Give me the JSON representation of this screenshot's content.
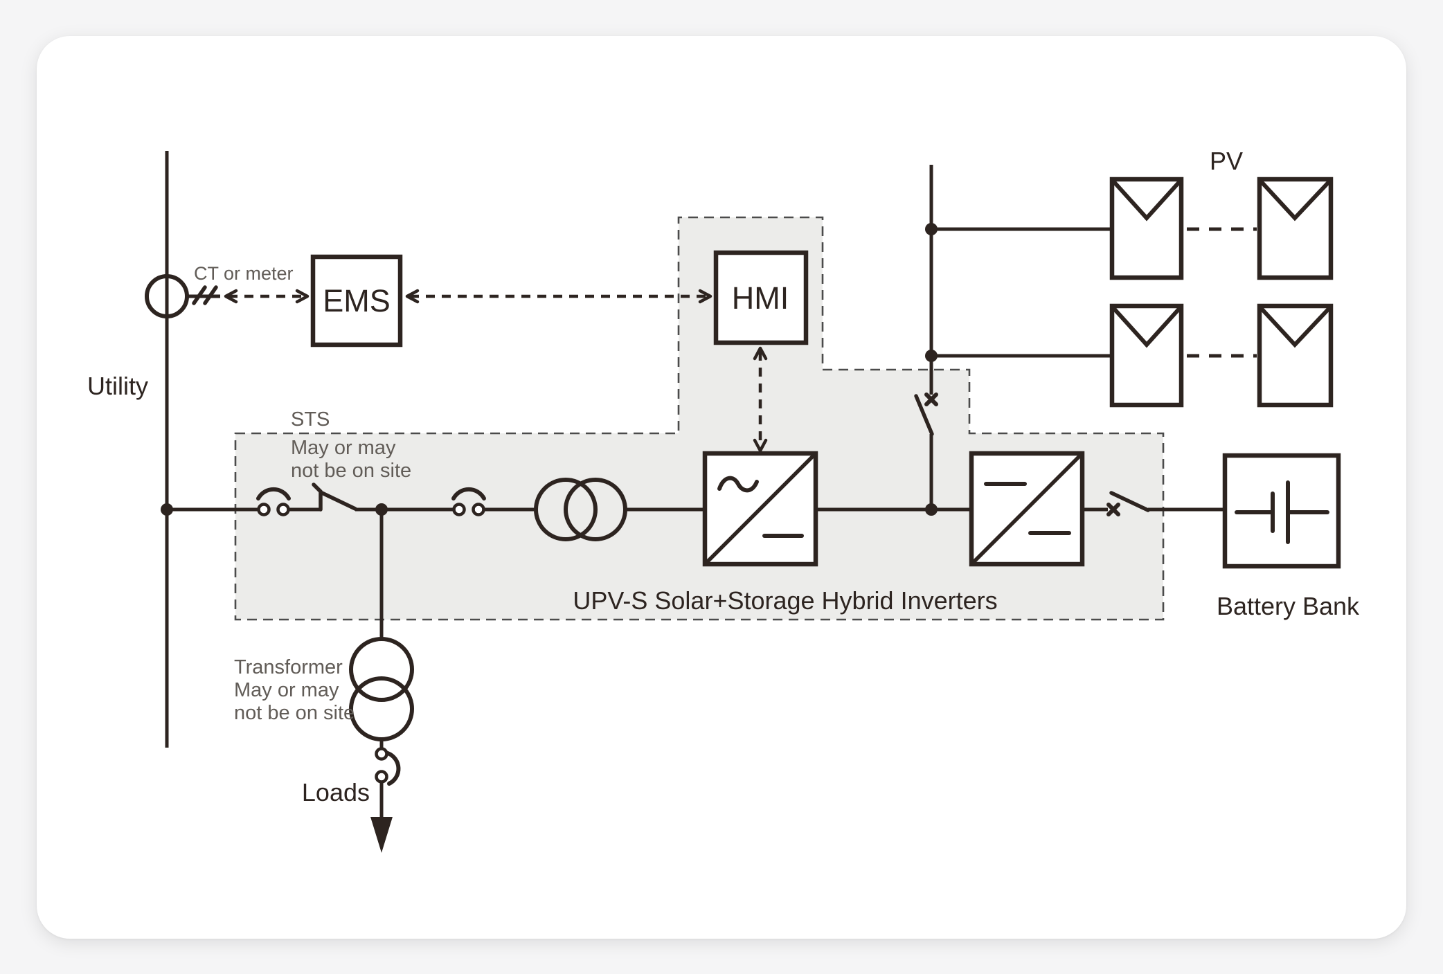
{
  "colors": {
    "page_bg": "#F5F5F6",
    "card_bg": "#FFFFFF",
    "ink": "#2D2420",
    "note": "#615C57",
    "region_fill": "#ECECEA",
    "region_border": "#4B4B4B"
  },
  "labels": {
    "utility": "Utility",
    "ct_or_meter": "CT or meter",
    "ems": "EMS",
    "hmi": "HMI",
    "sts": "STS",
    "sts_note1": "May or may",
    "sts_note2": "not be on site",
    "region_title": "UPV-S Solar+Storage Hybrid Inverters",
    "pv": "PV",
    "battery_bank": "Battery Bank",
    "transformer_note1": "Transformer",
    "transformer_note2": "May or may",
    "transformer_note3": "not be on site",
    "loads": "Loads"
  }
}
